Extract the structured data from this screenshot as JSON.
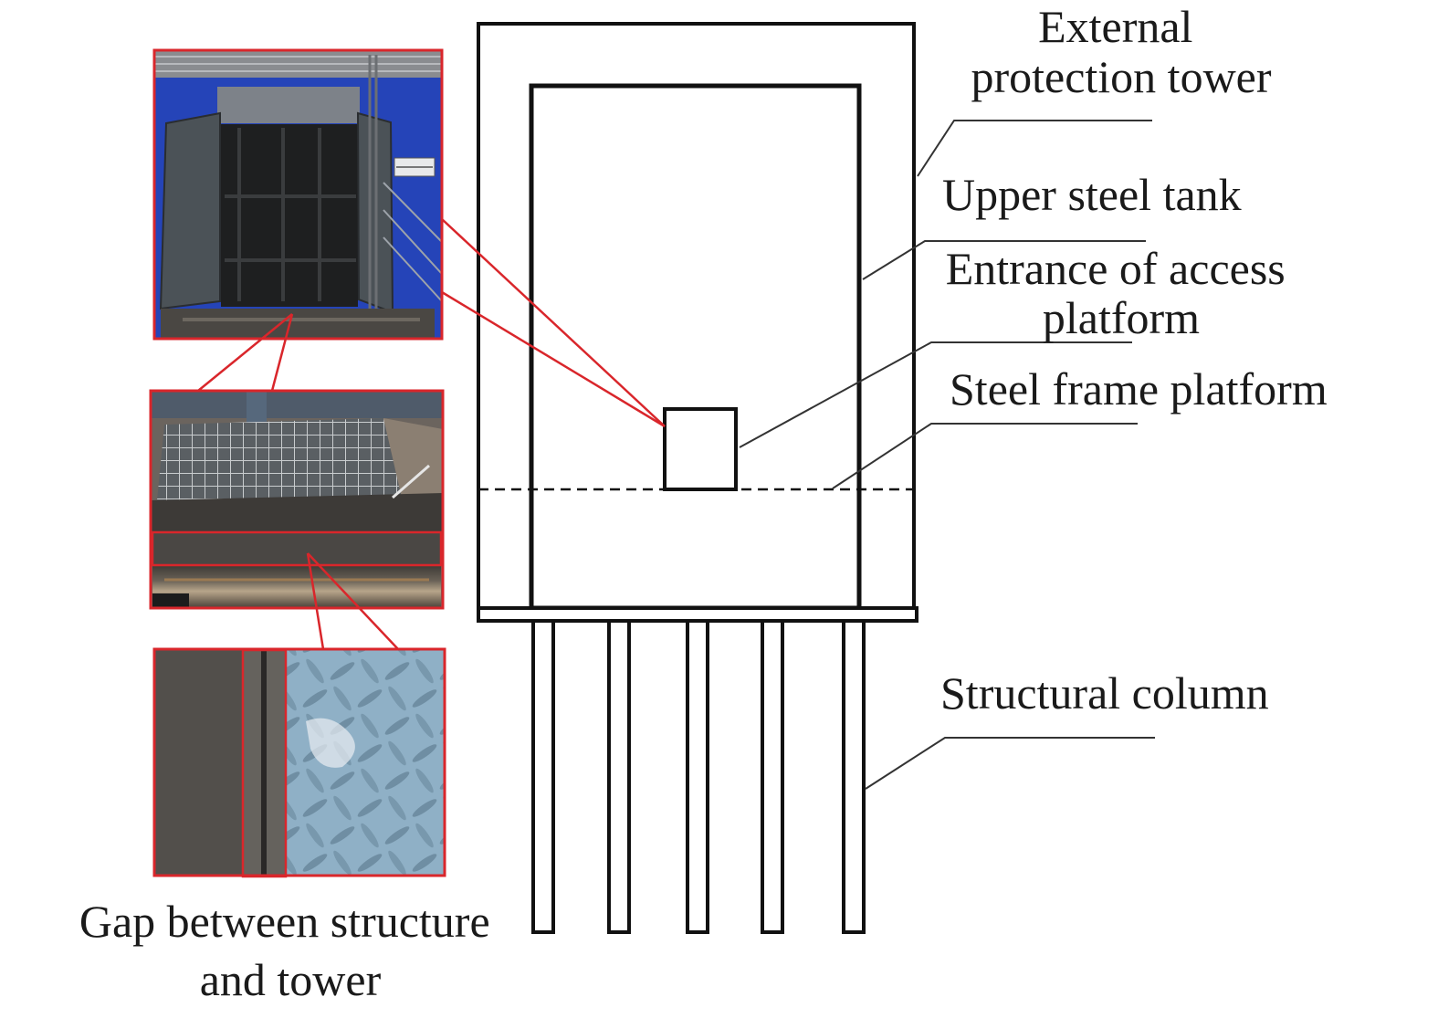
{
  "labels": {
    "external_tower": [
      "External",
      "protection tower"
    ],
    "upper_tank": [
      "Upper steel tank"
    ],
    "entrance": [
      "Entrance of access",
      "platform"
    ],
    "steel_frame": [
      "Steel frame platform"
    ],
    "column": [
      "Structural column"
    ],
    "gap": [
      "Gap between structure",
      "and tower"
    ]
  },
  "photos": {
    "entrance_photo": {
      "sign_icon": "door-sign-icon"
    },
    "platform_photo": {},
    "gap_photo": {}
  },
  "colors": {
    "highlight": "#d9262b",
    "structure": "#111111",
    "leader": "#333333"
  }
}
